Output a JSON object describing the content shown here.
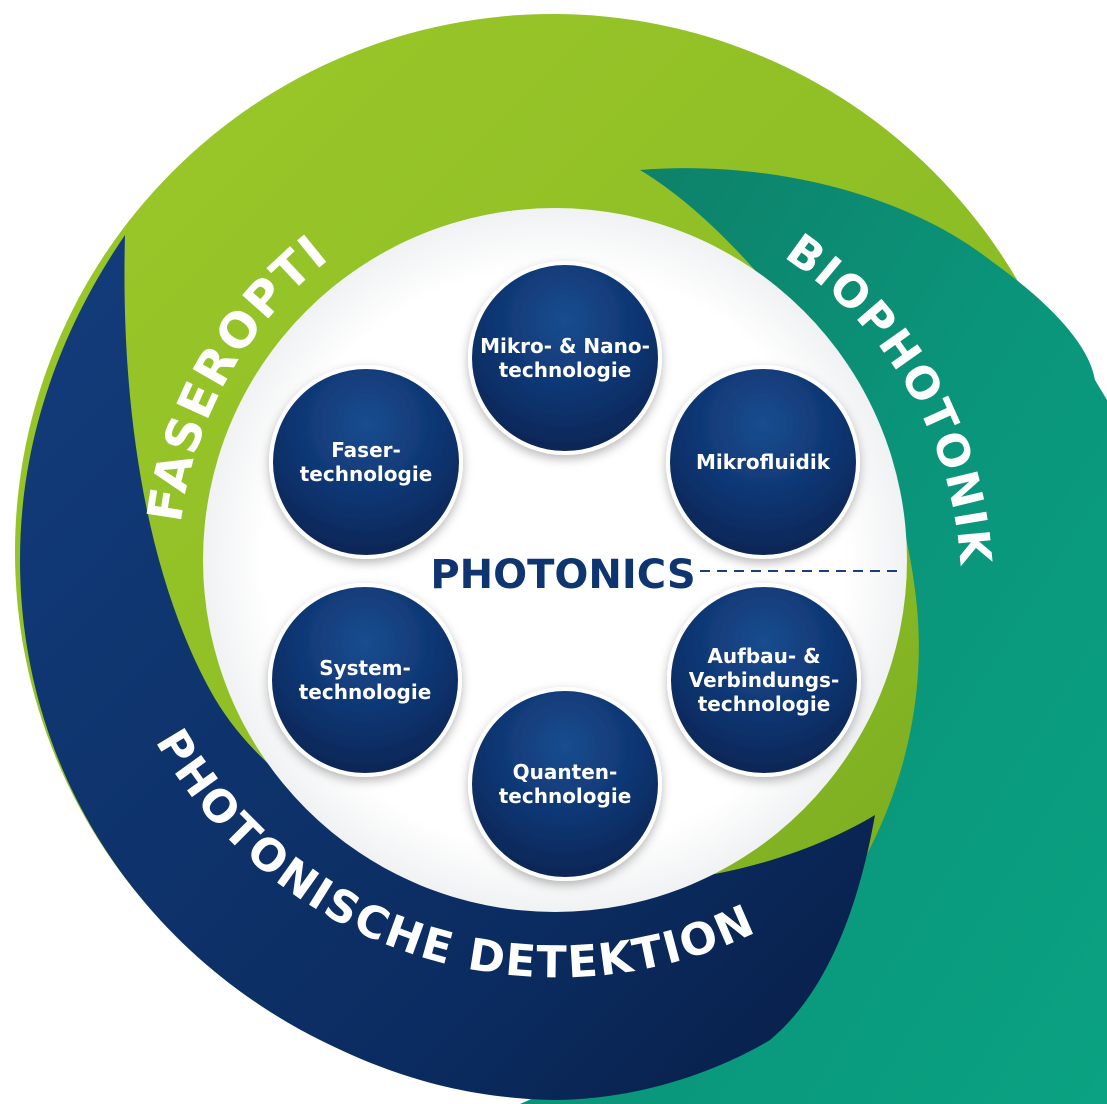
{
  "rings": [
    {
      "id": "faseroptik",
      "label": "FASEROPTIK",
      "color": "#8dbf2a"
    },
    {
      "id": "biophotonik",
      "label": "BIOPHOTONIK",
      "color": "#0a9a7c"
    },
    {
      "id": "detektion",
      "label": "PHOTONISCHE DETEKTION",
      "color": "#0c2d62"
    }
  ],
  "center": {
    "title": "PHOTONICS",
    "color": "#0f3570"
  },
  "bubbles": [
    {
      "id": "mikro-nano",
      "lines": [
        "Mikro- & Nano-",
        "technologie"
      ]
    },
    {
      "id": "mikrofluidik",
      "lines": [
        "Mikrofluidik"
      ]
    },
    {
      "id": "aufbau",
      "lines": [
        "Aufbau- &",
        "Verbindungs-",
        "technologie"
      ]
    },
    {
      "id": "quanten",
      "lines": [
        "Quanten-",
        "technologie"
      ]
    },
    {
      "id": "system",
      "lines": [
        "System-",
        "technologie"
      ]
    },
    {
      "id": "faser",
      "lines": [
        "Faser-",
        "technologie"
      ]
    }
  ]
}
